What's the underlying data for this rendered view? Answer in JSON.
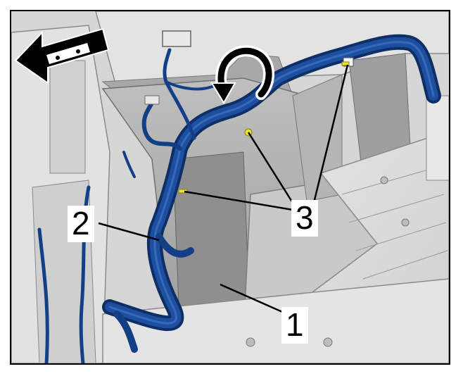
{
  "figure": {
    "callouts": [
      {
        "id": "1",
        "label": "1"
      },
      {
        "id": "2",
        "label": "2"
      },
      {
        "id": "3",
        "label": "3"
      }
    ],
    "harness_color": "#123f86",
    "clip_color": "#e8e23a",
    "arrow_color": "#000000",
    "body_color": "#d9d9d9"
  }
}
